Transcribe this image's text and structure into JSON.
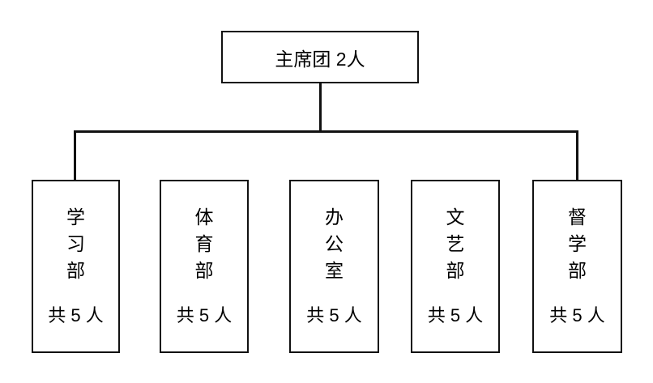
{
  "diagram": {
    "type": "org-chart",
    "title": "",
    "colors": {
      "background": "#ffffff",
      "line": "#111111",
      "text": "#000000"
    },
    "root": {
      "label": "主席团 2人"
    },
    "departments": [
      {
        "name": "学习部",
        "name_vertical": "学\n习\n部",
        "count_label": "共 5 人"
      },
      {
        "name": "体育部",
        "name_vertical": "体\n育\n部",
        "count_label": "共 5 人"
      },
      {
        "name": "办公室",
        "name_vertical": "办\n公\n室",
        "count_label": "共 5 人"
      },
      {
        "name": "文艺部",
        "name_vertical": "文\n艺\n部",
        "count_label": "共 5 人"
      },
      {
        "name": "督学部",
        "name_vertical": "督\n学\n部",
        "count_label": "共 5 人"
      }
    ],
    "connectors": {
      "style": "orthogonal",
      "rail_end_drops_only": true
    }
  }
}
